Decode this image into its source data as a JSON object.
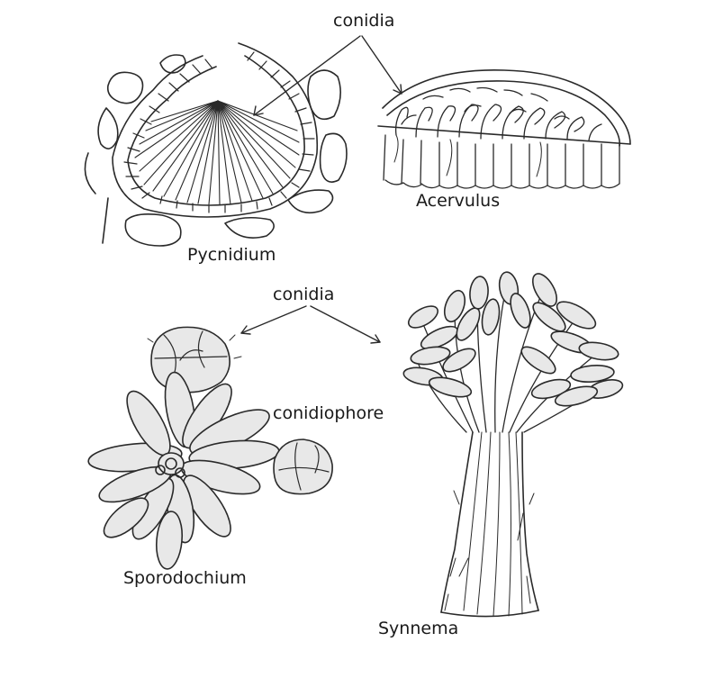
{
  "labels": {
    "conidia_top": "conidia",
    "acervulus": "Acervulus",
    "pycnidium": "Pycnidium",
    "conidia_bottom": "conidia",
    "conidiophore": "conidiophore",
    "sporodochium": "Sporodochium",
    "synnema": "Synnema"
  },
  "ink_color": "#2a2a2a",
  "fill_color": "#e8e8e8"
}
